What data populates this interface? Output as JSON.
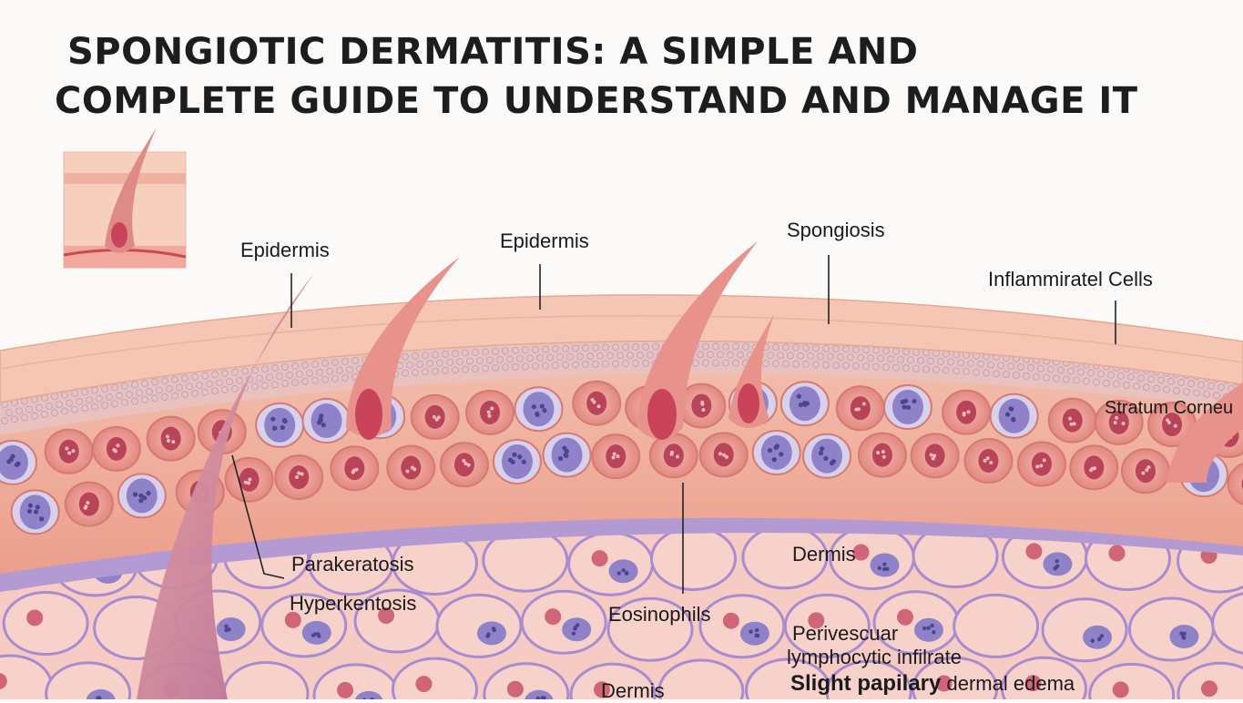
{
  "title": {
    "line1": "SPONGIOTIC DERMATITIS: A SIMPLE AND",
    "line2": "COMPLETE GUIDE TO UNDERSTAND AND MANAGE IT"
  },
  "labels": {
    "epidermis_left": "Epidermis",
    "epidermis_mid": "Epidermis",
    "spongiosis": "Spongiosis",
    "inflammatory_cells": "Inflammiratel Cells",
    "stratum_corneum": "Stratum Corneu",
    "parakeratosis": "Parakeratosis",
    "hyperkeratosis": "Hyperkentosis",
    "eosinophils": "Eosinophils",
    "dermis_right": "Dermis",
    "dermis_bottom": "Dermis",
    "perivascular_1": "Perivescuar",
    "perivascular_2": "lymphocytic infilrate",
    "edema_bold": "Slight papilary",
    "edema_rest": "dermal edema"
  },
  "colors": {
    "stratum": "#f2c1ae",
    "epidermis": "#eea898",
    "dermis": "#f6c9c2",
    "membrane": "#9a7fc4",
    "nucleus": "#b8445a",
    "lymphocyte": "#8f82c8"
  }
}
